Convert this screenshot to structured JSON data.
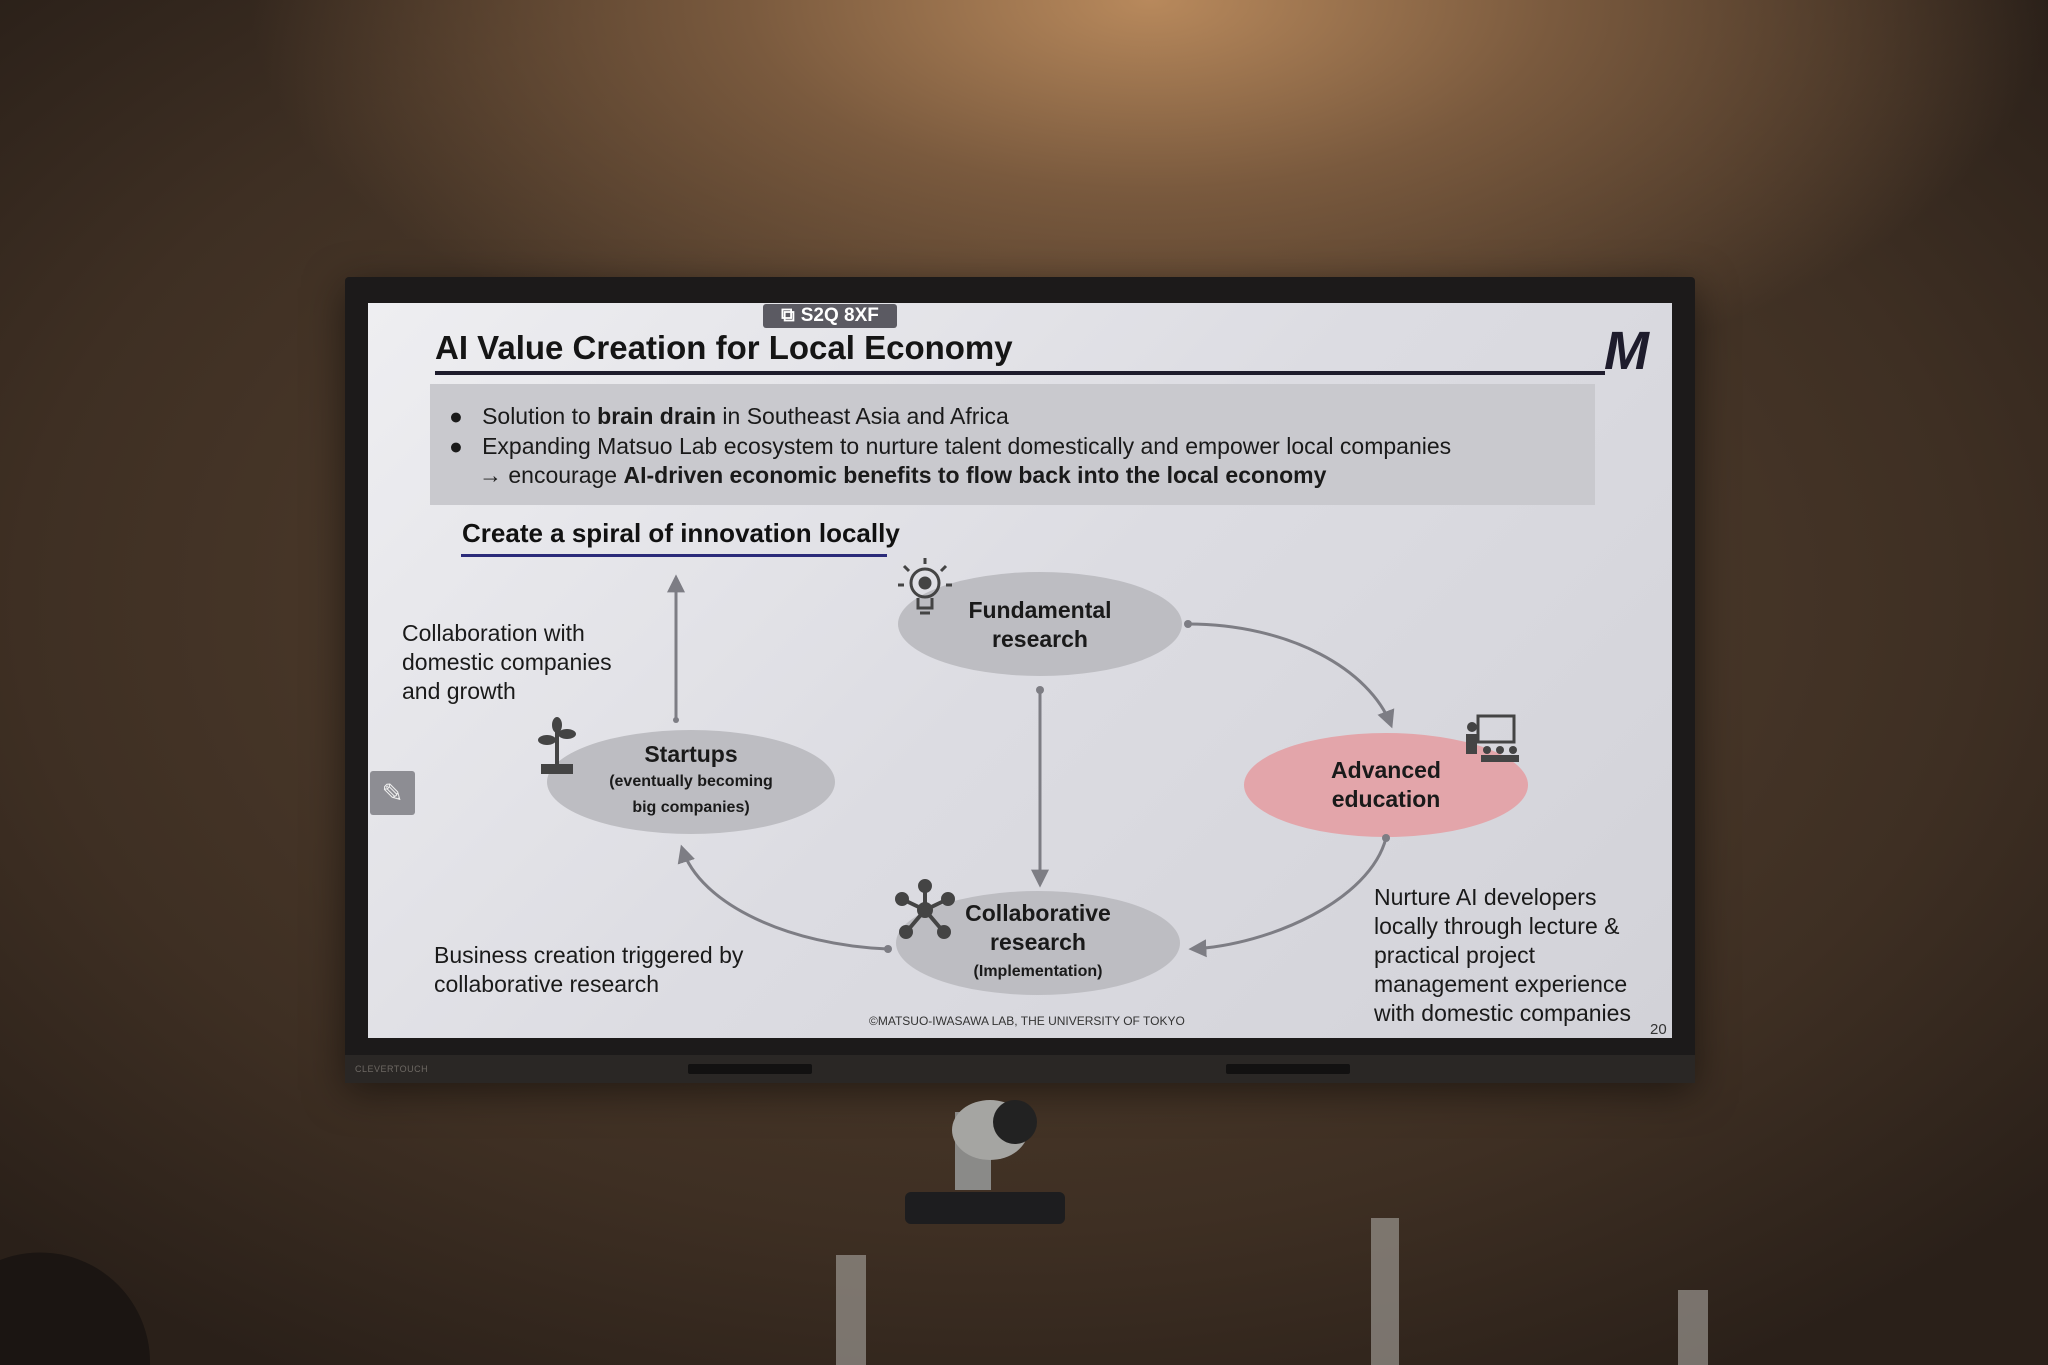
{
  "slide": {
    "title": "AI Value Creation for Local Economy",
    "logo_text": "M",
    "overlay_badge": "S2Q 8XF",
    "bullets": [
      {
        "pre": "Solution to ",
        "bold": "brain drain",
        "post": " in Southeast Asia and Africa"
      },
      {
        "pre": "Expanding Matsuo Lab ecosystem to nurture talent domestically and empower local companies",
        "bold": "",
        "post": ""
      },
      {
        "pre": "→ encourage ",
        "bold": "AI-driven economic benefits to flow back into the local economy",
        "post": ""
      }
    ],
    "subtitle": "Create a spiral of innovation locally",
    "nodes": {
      "fundamental": {
        "line1": "Fundamental",
        "line2": "research"
      },
      "startups": {
        "title": "Startups",
        "sub1": "(eventually becoming",
        "sub2": "big companies)"
      },
      "advanced": {
        "line1": "Advanced",
        "line2": "education"
      },
      "collaborative": {
        "line1": "Collaborative",
        "line2": "research",
        "sub": "(Implementation)"
      }
    },
    "labels": {
      "collab_growth": [
        "Collaboration with",
        "domestic companies",
        "and growth"
      ],
      "business": [
        "Business creation triggered by",
        "collaborative research"
      ],
      "nurture": [
        "Nurture AI developers",
        "locally through lecture &",
        "practical project",
        "management experience",
        "with domestic companies"
      ]
    },
    "copyright": "©MATSUO-IWASAWA LAB, THE UNIVERSITY OF TOKYO",
    "page_number": "20",
    "colors": {
      "node_gray": "#bdbdc2",
      "node_pink": "#e3a5aa",
      "arrow": "#7d7d84",
      "rule": "#1e1c2c"
    }
  },
  "display": {
    "brand": "CLEVERTOUCH"
  }
}
